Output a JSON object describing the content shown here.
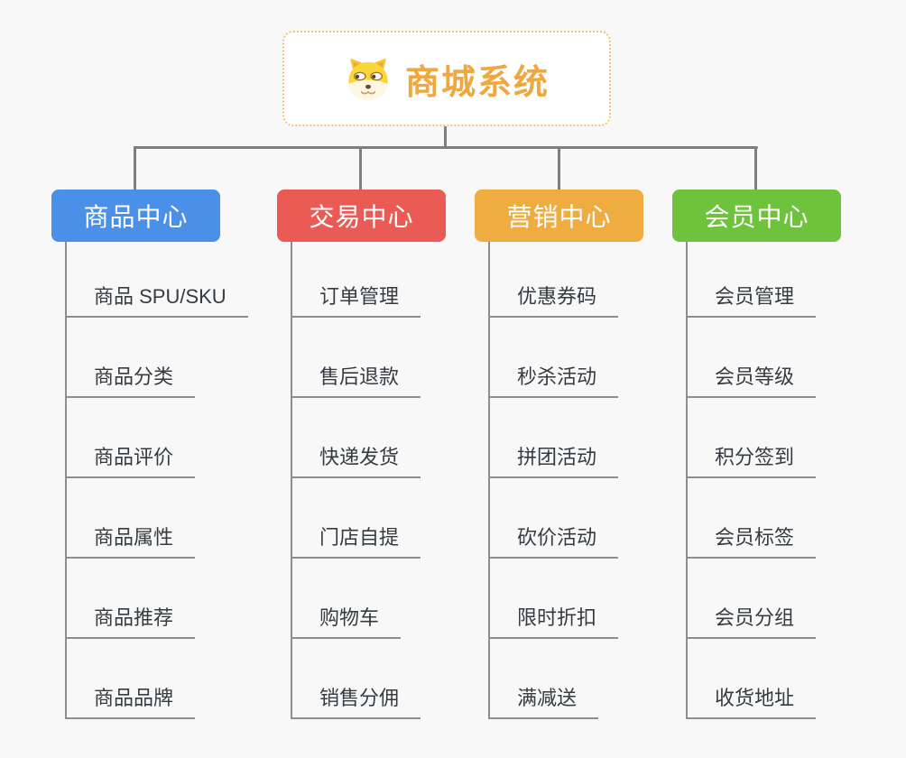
{
  "root": {
    "title": "商城系统",
    "icon": "dog-face-icon",
    "title_color": "#efa83f",
    "border_color": "#f0c66f"
  },
  "connector_color": "#7f7f7f",
  "branches": [
    {
      "label": "商品中心",
      "color": "#4a90e9",
      "items": [
        "商品 SPU/SKU",
        "商品分类",
        "商品评价",
        "商品属性",
        "商品推荐",
        "商品品牌"
      ]
    },
    {
      "label": "交易中心",
      "color": "#ea5b55",
      "items": [
        "订单管理",
        "售后退款",
        "快递发货",
        "门店自提",
        "购物车",
        "销售分佣"
      ]
    },
    {
      "label": "营销中心",
      "color": "#eeac41",
      "items": [
        "优惠券码",
        "秒杀活动",
        "拼团活动",
        "砍价活动",
        "限时折扣",
        "满减送"
      ]
    },
    {
      "label": "会员中心",
      "color": "#6ec23c",
      "items": [
        "会员管理",
        "会员等级",
        "积分签到",
        "会员标签",
        "会员分组",
        "收货地址"
      ]
    }
  ]
}
